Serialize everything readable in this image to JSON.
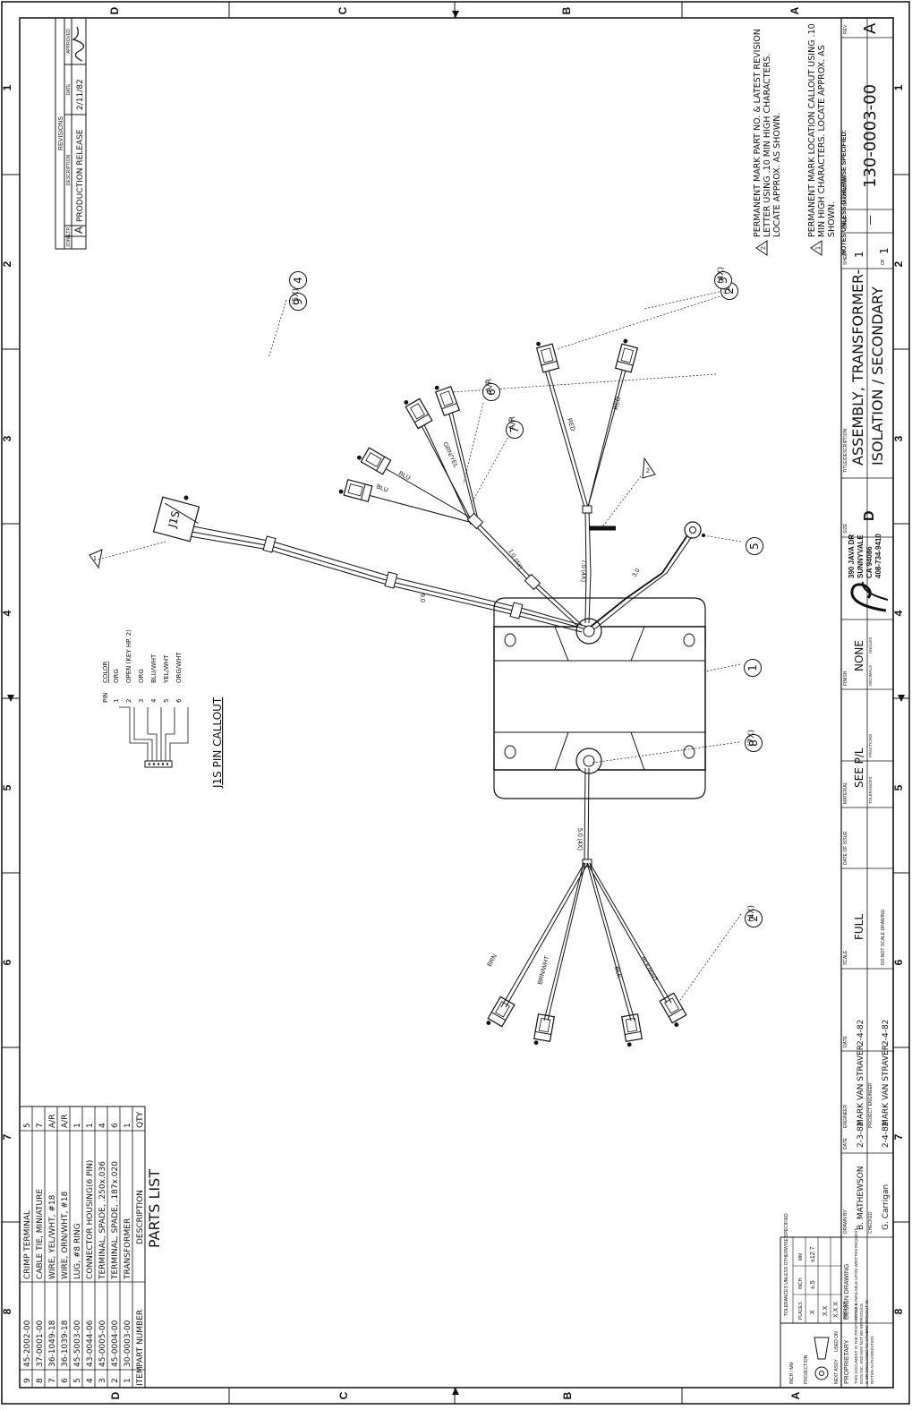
{
  "zones": {
    "columns": [
      "1",
      "2",
      "3",
      "4",
      "5",
      "6",
      "7",
      "8"
    ],
    "rows": [
      "D",
      "C",
      "B",
      "A"
    ]
  },
  "revisions": {
    "title": "REVISIONS",
    "headers": [
      "ZONE",
      "LTR",
      "DESCRIPTION",
      "DATE",
      "APPROVED"
    ],
    "row": {
      "ltr": "A",
      "description": "PRODUCTION RELEASE",
      "date": "2/11/82"
    }
  },
  "notes": {
    "items": [
      {
        "num": "2",
        "text": "PERMANENT MARK PART NO. & LATEST REVISION LETTER USING .10 MIN HIGH CHARACTERS. LOCATE APPROX. AS SHOWN."
      },
      {
        "num": "1",
        "text": "PERMANENT MARK LOCATION CALLOUT USING .10 MIN HIGH CHARACTERS. LOCATE APPROX. AS SHOWN."
      }
    ],
    "footer": "NOTES UNLESS OTHERWISE SPECIFIED:"
  },
  "callouts": [
    {
      "id": "c1",
      "num": "1",
      "qty": ""
    },
    {
      "id": "c2a",
      "num": "2",
      "qty": "(2X)"
    },
    {
      "id": "c2b",
      "num": "2",
      "qty": "(4X)"
    },
    {
      "id": "c3",
      "num": "3",
      "qty": "(4X)"
    },
    {
      "id": "c4",
      "num": "4",
      "qty": ""
    },
    {
      "id": "c9",
      "num": "9",
      "qty": "(5X)"
    },
    {
      "id": "c5",
      "num": "5",
      "qty": ""
    },
    {
      "id": "c6",
      "num": "6",
      "qty": "A/R"
    },
    {
      "id": "c7",
      "num": "7",
      "qty": "A/R"
    },
    {
      "id": "c8",
      "num": "8",
      "qty": "(7X)"
    }
  ],
  "wire_labels": {
    "red1": "RED",
    "red2": "RED",
    "blu1": "BLU",
    "blu2": "BLU",
    "grn": "GRN/YEL",
    "brn": "BRN",
    "brnwht": "BRN/WHT",
    "blk": "BLK",
    "blkwht": "BLK/WHT",
    "len1": "1.0 (4X)",
    "len2": "7.0 (4X)",
    "len3": "3.0",
    "len4": "9.0",
    "len5": "5.0 (4X)"
  },
  "connector": {
    "label": "J1S"
  },
  "pin_table": {
    "title": "J1S PIN CALLOUT",
    "headers": [
      "PIN",
      "COLOR"
    ],
    "rows": [
      {
        "pin": "1",
        "color": "ORG"
      },
      {
        "pin": "2",
        "color": "OPEN (KEY HP. 2)"
      },
      {
        "pin": "3",
        "color": "ORG"
      },
      {
        "pin": "4",
        "color": "BLU/WHT"
      },
      {
        "pin": "5",
        "color": "YEL/WHT"
      },
      {
        "pin": "6",
        "color": "ORG/WHT"
      }
    ]
  },
  "parts_list": {
    "title": "PARTS LIST",
    "headers": {
      "item": "ITEM",
      "part": "PART NUMBER",
      "desc": "DESCRIPTION",
      "qty": "QTY"
    },
    "rows": [
      {
        "item": "9",
        "part": "45-2002-00",
        "desc": "CRIMP TERMINAL",
        "qty": "5"
      },
      {
        "item": "8",
        "part": "37-0001-00",
        "desc": "CABLE TIE, MINIATURE",
        "qty": "7"
      },
      {
        "item": "7",
        "part": "36-1049-18",
        "desc": "WIRE, YEL/WHT, #18",
        "qty": "A/R"
      },
      {
        "item": "6",
        "part": "36-1039-18",
        "desc": "WIRE, ORN/WHT, #18",
        "qty": "A/R"
      },
      {
        "item": "5",
        "part": "45-5003-00",
        "desc": "LUG, #8 RING",
        "qty": "1"
      },
      {
        "item": "4",
        "part": "43-0044-06",
        "desc": "CONNECTOR HOUSING(6 PIN)",
        "qty": "1"
      },
      {
        "item": "3",
        "part": "45-0005-00",
        "desc": "TERMINAL, SPADE, .250x.036",
        "qty": "4"
      },
      {
        "item": "2",
        "part": "45-0004-00",
        "desc": "TERMINAL, SPADE, .187x.020",
        "qty": "6"
      },
      {
        "item": "1",
        "part": "30-0003-00",
        "desc": "TRANSFORMER",
        "qty": "1"
      }
    ]
  },
  "title_block": {
    "title_label": "TITLE/DESCRIPTION",
    "title_line1": "ASSEMBLY, TRANSFORMER-",
    "title_line2": "ISOLATION / SECONDARY",
    "size_label": "SIZE",
    "size": "D",
    "sheet_label": "SHEET",
    "sheet": "1",
    "of": "1",
    "code_label": "CODE",
    "code": "—",
    "drawing_no_label": "DRAWING NO.",
    "drawing_no": "130-0003-00",
    "rev_label": "REV.",
    "rev": "A",
    "address": [
      "390 JAVA DR",
      "SUNNYVALE",
      "CA 94086",
      "408-734-9410"
    ],
    "finish_label": "FINISH",
    "finish": "NONE",
    "material_label": "MATERIAL",
    "material": "SEE P/L",
    "date_issue_label": "DATE OF ISSUE",
    "scale_label": "SCALE",
    "scale": "FULL",
    "no_scale": "DO NOT SCALE DRAWING",
    "engineer_label": "ENGINEER",
    "engineer": "MARK VAN STRAVER",
    "eng_date": "2-4-82",
    "proj_eng_label": "PROJECT ENGINEER",
    "proj_eng": "MARK VAN STRAVER",
    "proj_date": "2-4-82",
    "drawn_label": "DRAWN BY",
    "drawn": "B. MATHEWSON",
    "drawn_date": "2-3-82",
    "checked_label": "CHECKED",
    "checked": "G. Carrigan",
    "checked_date": "2-4-82",
    "date_label": "DATE",
    "design_drawing": "DESIGN DRAWING",
    "details": "DETAILS AVAILABLE UPON WRITTEN REQUEST",
    "proprietary": "PROPRIETARY",
    "proprietary_text": "THIS DOCUMENT IS THE PROPERTY OF EIDOS INC. AND MAY NOT BE REPRODUCED OR DISCLOSED TO OTHERS WITHOUT WRITTEN AUTHORIZATION",
    "tolerances": "TOLERANCES UNLESS OTHERWISE SPECIFIED",
    "places": "PLACES",
    "inch": "INCH",
    "mm": "MM",
    "tol_x": "X",
    "tol_xx": "X.X",
    "tol_xxx": "X.X.X",
    "tol_v1": "±.5",
    "tol_v2": "±12.7",
    "angles": "ANGLES",
    "projection": "PROJECTION",
    "next_assy": "NEXT ASSY",
    "used_on": "USED ON",
    "inch_mm": "INCH / MM",
    "tolerances_small": "TOLERANCES",
    "fractions": "FRACTIONS",
    "decimals": "DECIMALS"
  }
}
